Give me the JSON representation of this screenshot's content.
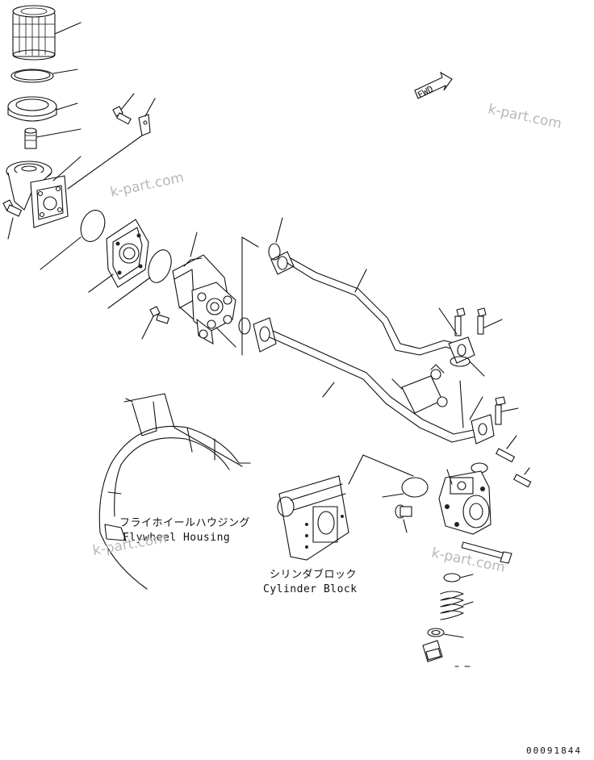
{
  "labels": {
    "flywheel_jp": "フライホイールハウジング",
    "flywheel_en": "Flywheel Housing",
    "cylinder_jp": "シリンダブロック",
    "cylinder_en": "Cylinder Block",
    "fwd": "FWD",
    "drawing_code": "00091844"
  },
  "watermarks": [
    "k-part.com",
    "k-part.com",
    "k-part.com"
  ],
  "colors": {
    "line": "#111111",
    "watermark": "#b8b8b8",
    "background": "#ffffff"
  }
}
